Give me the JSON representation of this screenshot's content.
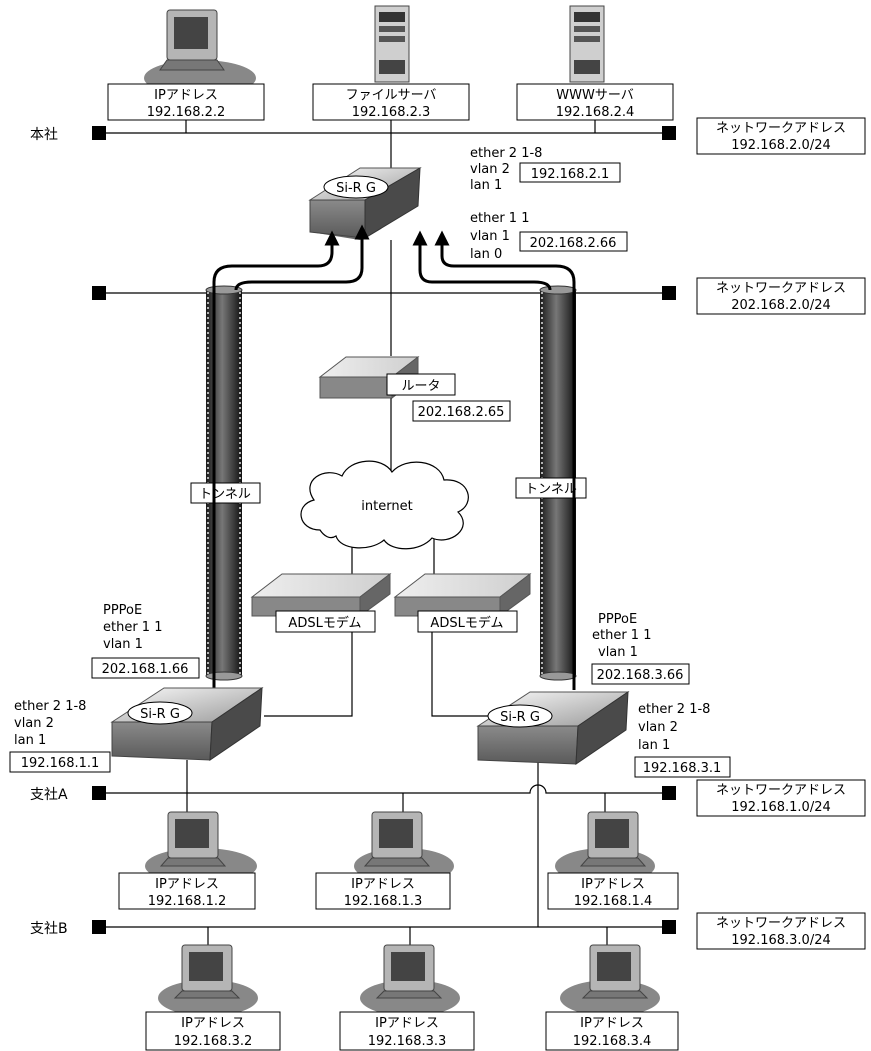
{
  "sites": {
    "honsha": "本社",
    "shisha_a": "支社A",
    "shisha_b": "支社B"
  },
  "networks": {
    "honsha_lan": {
      "label": "ネットワークアドレス",
      "address": "192.168.2.0/24"
    },
    "wan": {
      "label": "ネットワークアドレス",
      "address": "202.168.2.0/24"
    },
    "shisha_a_lan": {
      "label": "ネットワークアドレス",
      "address": "192.168.1.0/24"
    },
    "shisha_b_lan": {
      "label": "ネットワークアドレス",
      "address": "192.168.3.0/24"
    }
  },
  "hq_hosts": [
    {
      "label": "IPアドレス",
      "ip": "192.168.2.2"
    },
    {
      "label": "ファイルサーバ",
      "ip": "192.168.2.3"
    },
    {
      "label": "WWWサーバ",
      "ip": "192.168.2.4"
    }
  ],
  "hq_router": {
    "badge": "Si-R G",
    "lan_if": {
      "line1": "ether 2 1-8",
      "line2": "vlan 2",
      "line3": "lan 1",
      "ip": "192.168.2.1"
    },
    "wan_if": {
      "line1": "ether 1 1",
      "line2": "vlan 1",
      "line3": "lan 0",
      "ip": "202.168.2.66"
    }
  },
  "isp_router": {
    "label": "ルータ",
    "ip": "202.168.2.65"
  },
  "internet": {
    "label": "internet"
  },
  "tunnels": {
    "left_label": "トンネル",
    "right_label": "トンネル"
  },
  "modems": {
    "left_label": "ADSLモデム",
    "right_label": "ADSLモデム"
  },
  "branch_a_router": {
    "badge": "Si-R G",
    "wan_if": {
      "line1": "PPPoE",
      "line2": "ether 1 1",
      "line3": "vlan 1",
      "ip": "202.168.1.66"
    },
    "lan_if": {
      "line1": "ether 2 1-8",
      "line2": "vlan 2",
      "line3": "lan 1",
      "ip": "192.168.1.1"
    }
  },
  "branch_b_router": {
    "badge": "Si-R G",
    "wan_if": {
      "line1": "PPPoE",
      "line2": "ether 1 1",
      "line3": "vlan 1",
      "ip": "202.168.3.66"
    },
    "lan_if": {
      "line1": "ether 2 1-8",
      "line2": "vlan 2",
      "line3": "lan 1",
      "ip": "192.168.3.1"
    }
  },
  "branch_a_hosts": [
    {
      "label": "IPアドレス",
      "ip": "192.168.1.2"
    },
    {
      "label": "IPアドレス",
      "ip": "192.168.1.3"
    },
    {
      "label": "IPアドレス",
      "ip": "192.168.1.4"
    }
  ],
  "branch_b_hosts": [
    {
      "label": "IPアドレス",
      "ip": "192.168.3.2"
    },
    {
      "label": "IPアドレス",
      "ip": "192.168.3.3"
    },
    {
      "label": "IPアドレス",
      "ip": "192.168.3.4"
    }
  ]
}
